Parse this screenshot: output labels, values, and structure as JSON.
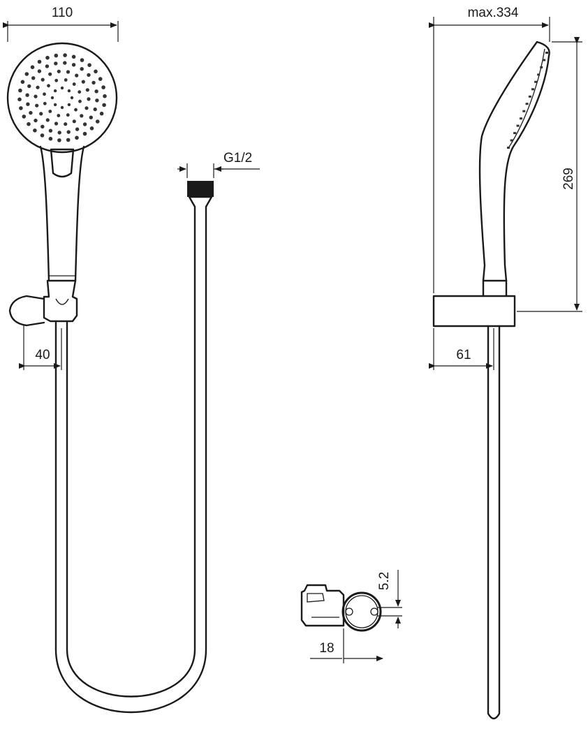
{
  "dimensions": {
    "head_width": "110",
    "thread": "G1/2",
    "max_length": "max.334",
    "handle_height": "269",
    "holder_offset_front": "40",
    "holder_offset_side": "61",
    "clip_width": "18",
    "clip_gap": "5.2"
  }
}
